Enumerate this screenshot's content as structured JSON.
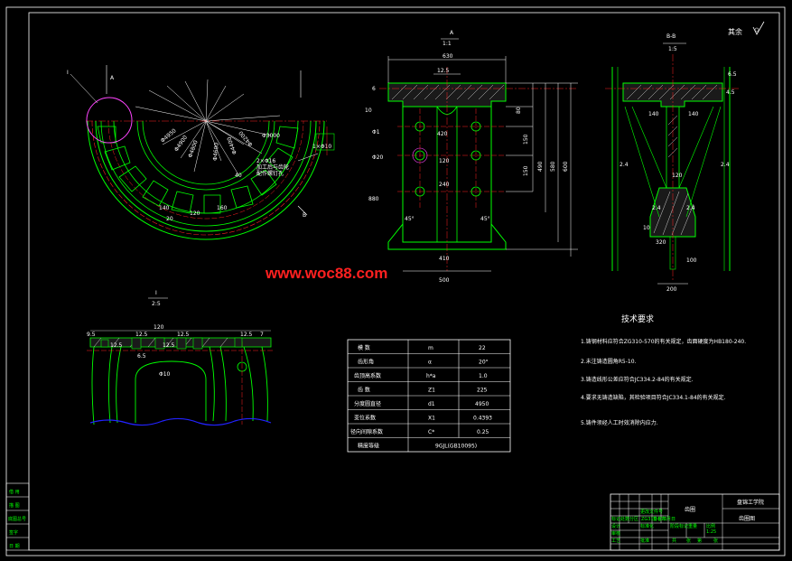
{
  "watermark": "www.woc88.com",
  "colors": {
    "background": "#000000",
    "outline": "#00ff00",
    "dimension": "#ffffff",
    "centerline": "#ff2020",
    "highlight": "#ff44ff",
    "hatch": "#ffffff",
    "break_line": "#2222ff"
  },
  "roughness_other": "其余",
  "views": {
    "section_a": {
      "title": "A",
      "scale": "1:1",
      "dims": [
        "630",
        "12.5",
        "6",
        "10",
        "80",
        "420",
        "150",
        "150",
        "490",
        "580",
        "600",
        "120",
        "240",
        "880",
        "45°",
        "45°",
        "410",
        "500",
        "Φ1",
        "Φ20"
      ]
    },
    "section_bb": {
      "title": "B-B",
      "scale": "1:5",
      "dims": [
        "140",
        "140",
        "2.4",
        "2.4",
        "2.4",
        "2.4",
        "320",
        "100",
        "120",
        "10",
        "200",
        "6.5",
        "4.5"
      ]
    },
    "detail_i": {
      "title": "I",
      "scale": "2:5",
      "dims": [
        "9.5",
        "12.5",
        "12.5",
        "12.5",
        "12.5",
        "12.5",
        "7",
        "Φ10",
        "120",
        "6.5"
      ]
    },
    "front_view": {
      "labels": [
        "I",
        "A",
        "B",
        "B"
      ],
      "dims": [
        "Φ4950",
        "Φ4900",
        "Φ4800",
        "Φ4600",
        "Φ4400",
        "Φ4200",
        "Φ3000",
        "120",
        "140",
        "160",
        "20",
        "40"
      ],
      "notes": [
        "2×Φ16",
        "加工后与齿轮",
        "配作螺钉孔",
        "1×Φ10"
      ]
    }
  },
  "gear_table": [
    {
      "name": "模  数",
      "symbol": "m",
      "value": "22"
    },
    {
      "name": "齿形角",
      "symbol": "α",
      "value": "20°"
    },
    {
      "name": "齿顶高系数",
      "symbol": "h*a",
      "value": "1.0"
    },
    {
      "name": "齿  数",
      "symbol": "Z1",
      "value": "225"
    },
    {
      "name": "分度圆直径",
      "symbol": "d1",
      "value": "4950"
    },
    {
      "name": "变位系数",
      "symbol": "X1",
      "value": "0.4393"
    },
    {
      "name": "径向间隙系数",
      "symbol": "C*",
      "value": "0.25"
    }
  ],
  "gear_table_last": {
    "name": "精度等级",
    "value": "9GJL(GB10095)"
  },
  "tech_req": {
    "title": "技术要求",
    "items": [
      "1.铸钢材料应符合ZG310-570的有关规定，齿面硬度为HB180-240.",
      "2.未注铸造圆角R5-10.",
      "3.铸造线形公差应符合JC334.2-84的有关规定.",
      "4.要求无铸造缺陷，其检验项目符合JC334.1-84的有关规定.",
      "5.铸件须经人工时效消除内应力."
    ]
  },
  "title_block": {
    "part_name": "齿圈",
    "company": "盘锦工学院",
    "drawing_name": "齿圈图",
    "labels": [
      "标记",
      "处数",
      "分区",
      "更改文件号",
      "签名",
      "年月日",
      "设计",
      "标准化",
      "审核",
      "工艺",
      "批准",
      "阶段标记",
      "重量",
      "比例",
      "共",
      "张",
      "第",
      "张"
    ],
    "material": "ZG310-570",
    "scale": "1:25"
  },
  "left_strip": [
    "借 用",
    "描 图",
    "底图总号",
    "签字",
    "日 期"
  ]
}
